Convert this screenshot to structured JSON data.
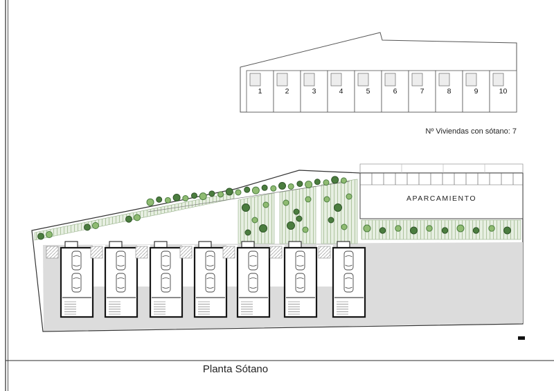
{
  "page": {
    "title": "Planta Sótano"
  },
  "keyplan": {
    "unit_numbers": [
      "1",
      "2",
      "3",
      "4",
      "5",
      "6",
      "7",
      "8",
      "9",
      "10"
    ]
  },
  "notes": {
    "viviendas_con_sotano": "Nº Viviendas con sótano: 7"
  },
  "siteplan": {
    "parking_label": "APARCAMIENTO"
  },
  "colors": {
    "line": "#2b2b2b",
    "ground_gray": "#dcdcdc",
    "garden_green": "#e7efe2",
    "tree_light": "#8fbb72",
    "tree_dark": "#4b7d3f"
  }
}
